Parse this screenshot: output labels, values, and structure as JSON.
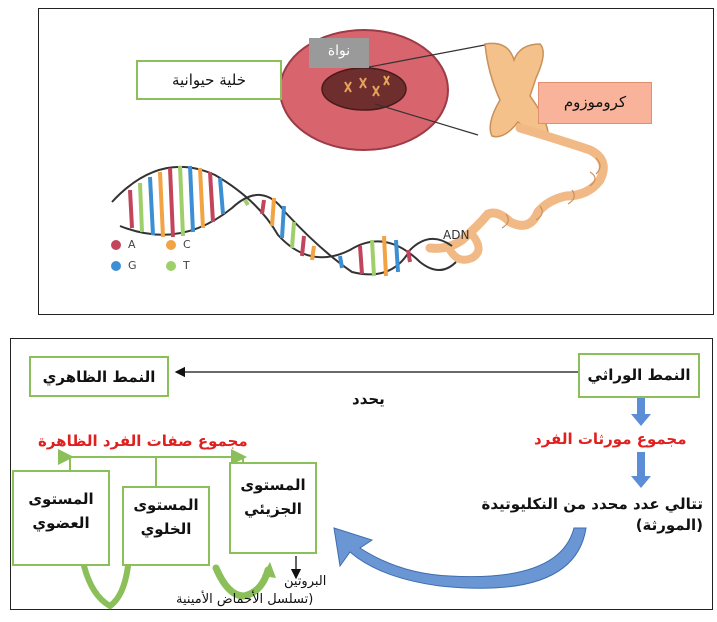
{
  "top": {
    "animal_cell_label": "خلية حيوانية",
    "nucleus_label": "نواة",
    "chromosome_label": "كروموزوم",
    "dna_label": "ADN",
    "legend": [
      {
        "letter": "A",
        "color": "#c2455c"
      },
      {
        "letter": "C",
        "color": "#f2a343"
      },
      {
        "letter": "G",
        "color": "#3d8fd4"
      },
      {
        "letter": "T",
        "color": "#9fcf6a"
      }
    ]
  },
  "bottom": {
    "genotype": "النمط الوراثي",
    "phenotype": "النمط الظاهري",
    "determines": "يحدد",
    "sum_genes": "مجموع مورثات الفرد",
    "sequence_line1": "تتالي عدد محدد من النكليوتيدة",
    "sequence_line2": "(المورثة)",
    "sum_traits": "مجموع صفات الفرد الظاهرة",
    "molecular_level": [
      "المستوى",
      "الجزيئي"
    ],
    "cellular_level": [
      "المستوى",
      "الخلوي"
    ],
    "organism_level": [
      "المستوى",
      "العضوي"
    ],
    "protein": "البروتين",
    "amino_acid_sequence": "(تسلسل الأحماض الأمينية"
  }
}
